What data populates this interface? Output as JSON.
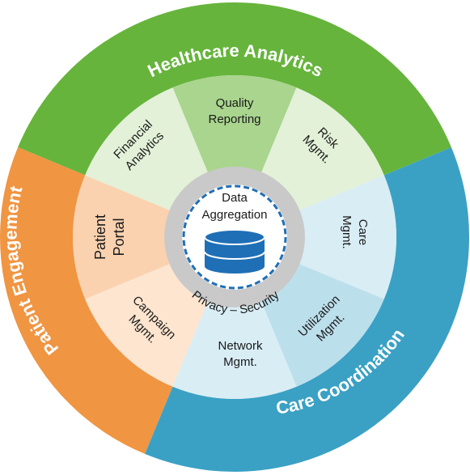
{
  "outer_ring": [
    {
      "id": "healthcare-analytics",
      "label": "Healthcare Analytics",
      "color": "#66b43c"
    },
    {
      "id": "care-coordination",
      "label": "Care Coordination",
      "color": "#3aa1c4"
    },
    {
      "id": "patient-engagement",
      "label": "Patient Engagement",
      "color": "#f09542"
    }
  ],
  "segments": [
    {
      "id": "quality-reporting",
      "lines": [
        "Quality",
        "Reporting"
      ],
      "color": "#a9d58e"
    },
    {
      "id": "risk-mgmt",
      "lines": [
        "Risk",
        "Mgmt."
      ],
      "color": "#e3f1d8"
    },
    {
      "id": "care-mgmt",
      "lines": [
        "Care",
        "Mgmt."
      ],
      "color": "#d9edf5"
    },
    {
      "id": "utilization-mgmt",
      "lines": [
        "Utilization",
        "Mgmt."
      ],
      "color": "#bcdfec"
    },
    {
      "id": "network-mgmt",
      "lines": [
        "Network",
        "Mgmt."
      ],
      "color": "#d9edf5"
    },
    {
      "id": "campaign-mgmt",
      "lines": [
        "Campaign",
        "Mgmt."
      ],
      "color": "#fde5cf"
    },
    {
      "id": "patient-portal",
      "lines": [
        "Patient",
        "Portal"
      ],
      "color": "#fad2b0"
    },
    {
      "id": "financial-analytics",
      "lines": [
        "Financial",
        "Analytics"
      ],
      "color": "#e3f1d8"
    }
  ],
  "center": {
    "title_lines": [
      "Data",
      "Aggregation"
    ],
    "ring_label": "Privacy – Security",
    "ring_color": "#c9c9c9",
    "dash_color": "#1f6fb6",
    "db_color": "#1f6fb6"
  }
}
